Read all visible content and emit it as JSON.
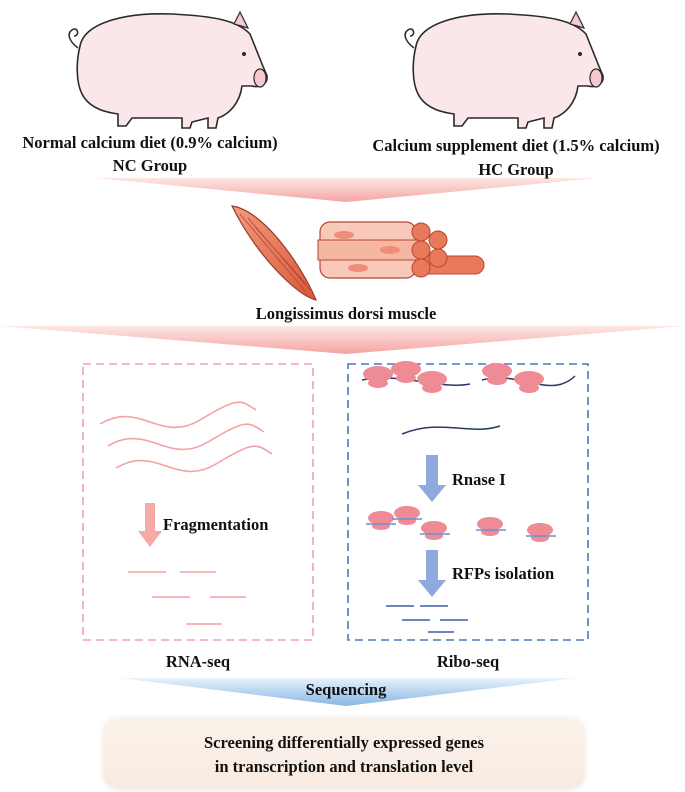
{
  "groups": [
    {
      "diet": "Normal calcium diet (0.9% calcium)",
      "group": "NC  Group"
    },
    {
      "diet": "Calcium supplement diet (1.5% calcium)",
      "group": "HC  Group"
    }
  ],
  "tissue": "Longissimus dorsi muscle",
  "rnaseq": {
    "step": "Fragmentation",
    "name": "RNA-seq"
  },
  "riboseq": {
    "step1": "Rnase I",
    "step2": "RFPs isolation",
    "name": "Ribo-seq"
  },
  "sequencing": "Sequencing",
  "result": {
    "line1": "Screening differentially expressed genes",
    "line2": "in transcription and translation level"
  },
  "colors": {
    "pig_body": "#fbe7ea",
    "pig_outline": "#2a2a2a",
    "muscle": "#e8795a",
    "rna": "#f3a1a3",
    "ribosome": "#ef8b95",
    "mrna": "#2b3a6b",
    "ribo_arrow": "#8fa9dc",
    "rna_arrow": "#f6a9a6",
    "seq_arrow": "#8db7e6"
  }
}
